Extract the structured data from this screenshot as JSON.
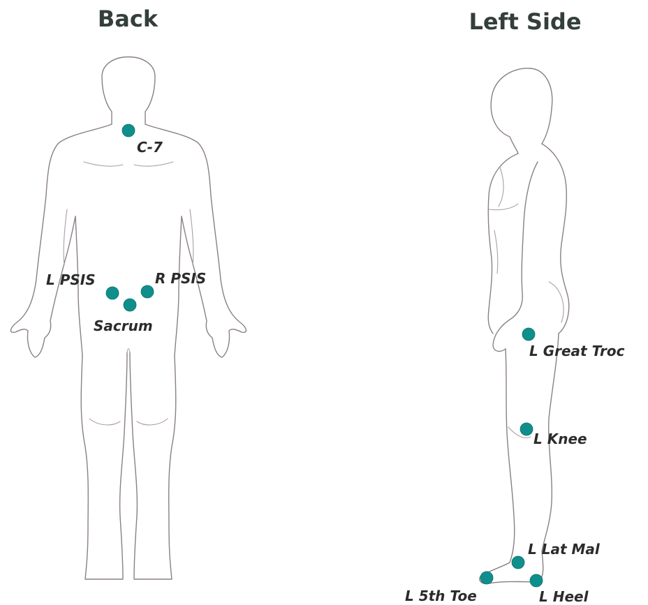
{
  "views": {
    "back": {
      "title": "Back"
    },
    "left_side": {
      "title": "Left Side"
    }
  },
  "markers": {
    "c7": "C-7",
    "l_psis": "L PSIS",
    "r_psis": "R PSIS",
    "sacrum": "Sacrum",
    "l_great_troc": "L Great Troc",
    "l_knee": "L Knee",
    "l_lat_mal": "L Lat Mal",
    "l_5th_toe": "L 5th Toe",
    "l_heel": "L Heel"
  },
  "colors": {
    "marker": "#0f8f8c",
    "outline": "#8a7f88",
    "title": "#343f3a",
    "label": "#2b2b2b"
  }
}
